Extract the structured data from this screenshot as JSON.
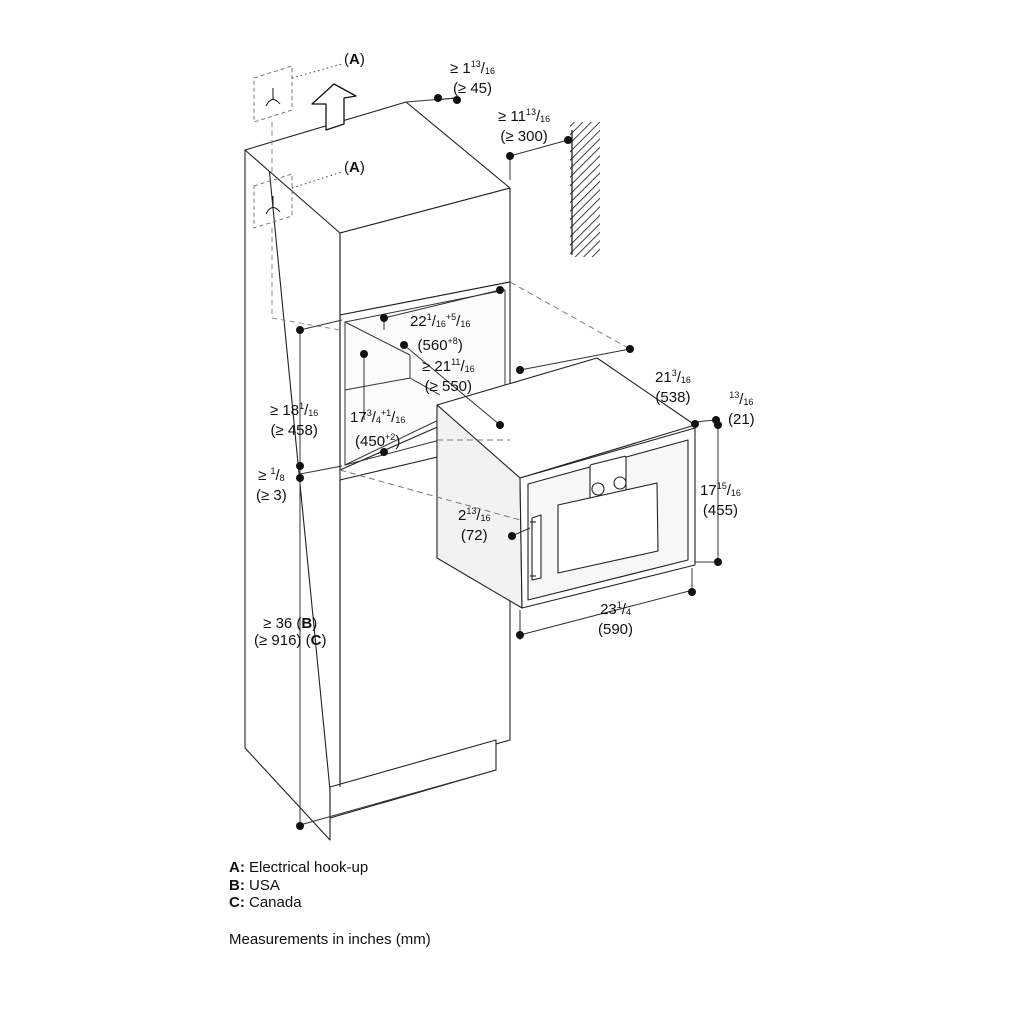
{
  "callouts": {
    "a_top": "A",
    "a_mid": "A"
  },
  "dimensions": {
    "top_clearance": {
      "ge": "≥",
      "whole": "1",
      "num": "13",
      "den": "16",
      "mm": "(≥ 45)"
    },
    "wall_clearance": {
      "ge": "≥",
      "whole": "11",
      "num": "13",
      "den": "16",
      "mm": "(≥ 300)"
    },
    "niche_width": {
      "whole": "22",
      "num": "1",
      "den": "16",
      "tol": "+5",
      "tol_den": "16",
      "mm": "(560",
      "mm_tol": "+8",
      "mm_close": ")"
    },
    "niche_depth": {
      "ge": "≥",
      "whole": "21",
      "num": "11",
      "den": "16",
      "mm": "(≥ 550)"
    },
    "niche_height": {
      "whole": "17",
      "num": "3",
      "den": "4",
      "tol": "+1",
      "tol_den": "16",
      "mm": "(450",
      "mm_tol": "+2",
      "mm_close": ")"
    },
    "cabinet_upper": {
      "ge": "≥",
      "whole": "18",
      "num": "1",
      "den": "16",
      "mm": "(≥ 458)"
    },
    "gap_small": {
      "ge": "≥",
      "num": "1",
      "den": "8",
      "mm": "(≥ 3)"
    },
    "floor_height": {
      "line1": "≥ 36 (",
      "b": "B",
      "line1_close": ")",
      "line2": "(≥ 916) (",
      "c": "C",
      "line2_close": ")"
    },
    "appliance_depth": {
      "whole": "21",
      "num": "3",
      "den": "16",
      "mm": "(538)"
    },
    "door_thickness": {
      "num": "13",
      "den": "16",
      "mm": "(21)"
    },
    "appliance_height": {
      "whole": "17",
      "num": "15",
      "den": "16",
      "mm": "(455)"
    },
    "handle_depth": {
      "whole": "2",
      "num": "13",
      "den": "16",
      "mm": "(72)"
    },
    "appliance_width": {
      "whole": "23",
      "num": "1",
      "den": "4",
      "mm": "(590)"
    }
  },
  "legend": [
    {
      "key": "A:",
      "text": "Electrical hook-up"
    },
    {
      "key": "B:",
      "text": "USA"
    },
    {
      "key": "C:",
      "text": "Canada"
    }
  ],
  "note": "Measurements in inches (mm)"
}
